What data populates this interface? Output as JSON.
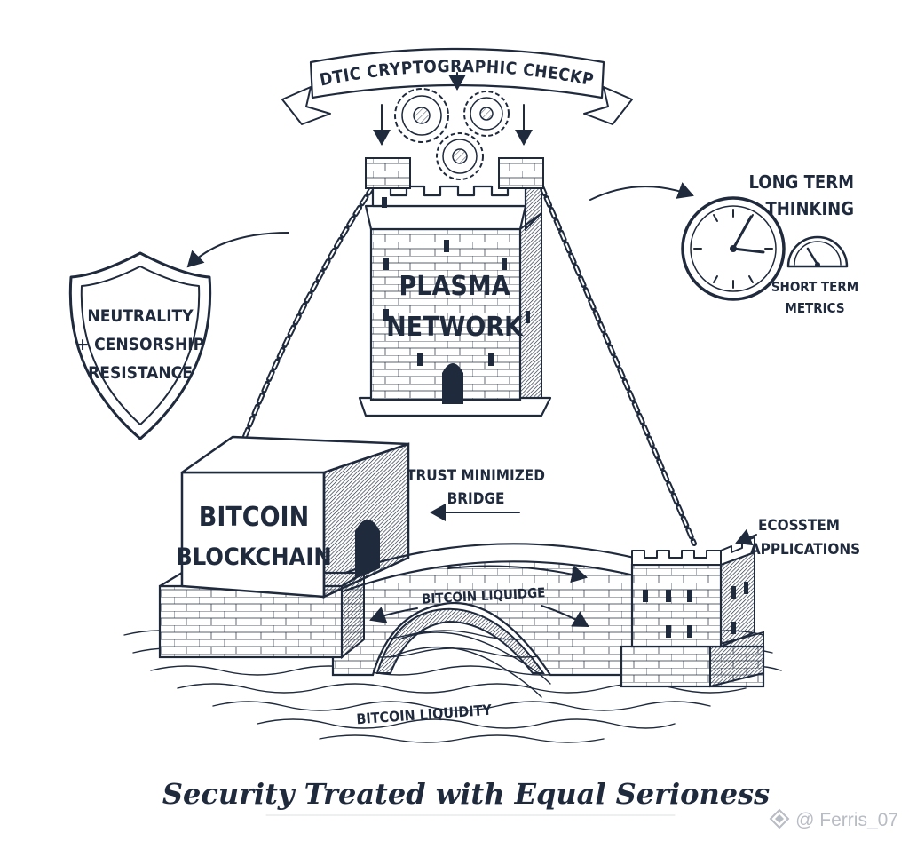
{
  "banner": {
    "text": "PERIODTIC CRYPTOGRAPHIC CHECKPOINTS"
  },
  "tower": {
    "line1": "PLASMA",
    "line2": "NETWORK"
  },
  "shield": {
    "line1": "NEUTRALITY",
    "line2": "+ CENSORSHIP",
    "line3": "RESISTANCE"
  },
  "clock": {
    "title1": "LONG TERM",
    "title2": "THINKING",
    "gauge1": "SHORT TERM",
    "gauge2": "METRICS"
  },
  "block": {
    "line1": "BITCOIN",
    "line2": "BLOCKCHAIN"
  },
  "bridge_label": {
    "line1": "TRUST MINIMIZED",
    "line2": "BRIDGE"
  },
  "ecosystem": {
    "line1": "ECOSSTEM",
    "line2": "APPLICATIONS"
  },
  "bridge_text": "BITCOIN LIQUIDGE",
  "water_text": "BITCOIN LIQUIDITY",
  "tagline": "Security Treated with Equal Serioness",
  "watermark": "@ Ferris_07"
}
